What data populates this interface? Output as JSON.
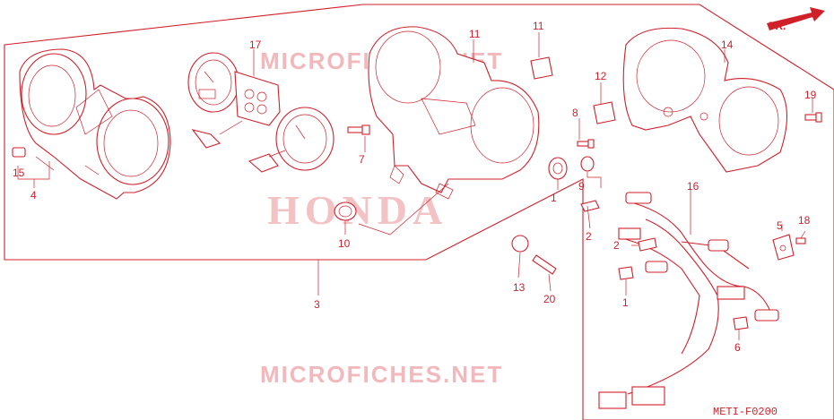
{
  "watermarks": {
    "top": "MICROFICHES.NET",
    "center": "HONDA",
    "bottom": "MICROFICHES.NET"
  },
  "direction_label": "FR.",
  "diagram_code": "METI-F0200",
  "colors": {
    "line": "#d0202a",
    "watermark": "#f2b8bc",
    "background": "#ffffff"
  },
  "callouts": [
    "1",
    "1",
    "2",
    "2",
    "3",
    "4",
    "5",
    "6",
    "7",
    "8",
    "9",
    "10",
    "11",
    "11",
    "12",
    "13",
    "14",
    "15",
    "16",
    "17",
    "18",
    "19",
    "20"
  ]
}
